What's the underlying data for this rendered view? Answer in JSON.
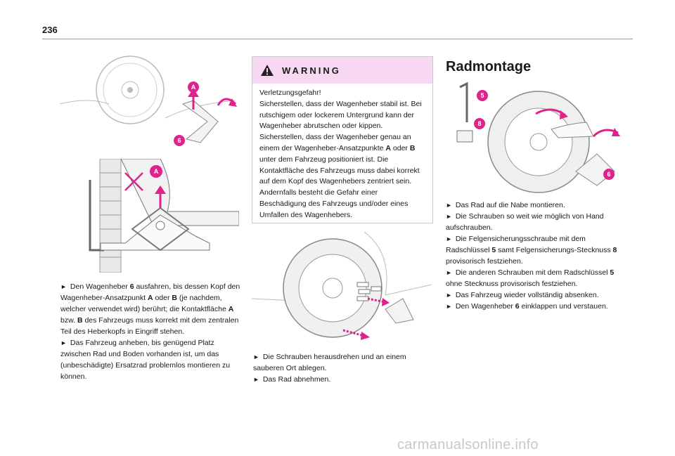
{
  "page_number": "236",
  "left": {
    "para1": {
      "t1": "Den Wagenheber ",
      "b1": "6",
      "t2": " ausfahren, bis dessen Kopf den Wagenheber-Ansatzpunkt ",
      "b2": "A",
      "t3": " oder ",
      "b3": "B",
      "t4": " (je nachdem, welcher verwendet wird) berührt; die Kontaktfläche ",
      "b4": "A",
      "t5": " bzw. ",
      "b5": "B",
      "t6": " des Fahrzeugs muss korrekt mit dem zentralen Teil des Heberkopfs in Eingriff stehen."
    },
    "para2": "Das Fahrzeug anheben, bis genügend Platz zwischen Rad und Boden vorhanden ist, um das (unbeschädigte) Ersatzrad problemlos montieren zu können.",
    "fig1_labels": {
      "a": "A",
      "six": "6"
    },
    "fig2_labels": {
      "a": "A"
    }
  },
  "warning": {
    "title": "WARNING",
    "l1": "Verletzungsgefahr!",
    "l2": "Sicherstellen, dass der Wagenheber stabil ist. Bei rutschigem oder lockerem Untergrund kann der Wagenheber abrutschen oder kippen.",
    "l3a": "Sicherstellen, dass der Wagenheber genau an einem der Wagenheber-Ansatzpunkte ",
    "l3b": "A",
    "l3c": " oder ",
    "l3d": "B",
    "l3e": " unter dem Fahrzeug positioniert ist. Die Kontaktfläche des Fahrzeugs muss dabei korrekt auf dem Kopf des Wagenhebers zentriert sein.",
    "l4": "Andernfalls besteht die Gefahr einer Beschädigung des Fahrzeugs und/oder eines Umfallen des Wagenhebers."
  },
  "middle": {
    "s1": "Die Schrauben herausdrehen und an einem sauberen Ort ablegen.",
    "s2": "Das Rad abnehmen."
  },
  "right": {
    "heading": "Radmontage",
    "s1": "Das Rad auf die Nabe montieren.",
    "s2": "Die Schrauben so weit wie möglich von Hand aufschrauben.",
    "s3a": "Die Felgensicherungsschraube mit dem Radschlüssel ",
    "s3b": "5",
    "s3c": " samt Felgensicherungs-Stecknuss ",
    "s3d": "8",
    "s3e": " provisorisch festziehen.",
    "s4a": "Die anderen Schrauben mit dem Radschlüssel ",
    "s4b": "5",
    "s4c": " ohne Stecknuss provisorisch festziehen.",
    "s5": "Das Fahrzeug wieder vollständig absenken.",
    "s6a": "Den Wagenheber ",
    "s6b": "6",
    "s6c": " einklappen und verstauen.",
    "fig_labels": {
      "five": "5",
      "eight": "8",
      "six": "6"
    }
  },
  "bullet": "►",
  "footer": "carmanualsonline.info",
  "colors": {
    "accent": "#e0228c",
    "warning_bg": "#f7d7f2"
  }
}
